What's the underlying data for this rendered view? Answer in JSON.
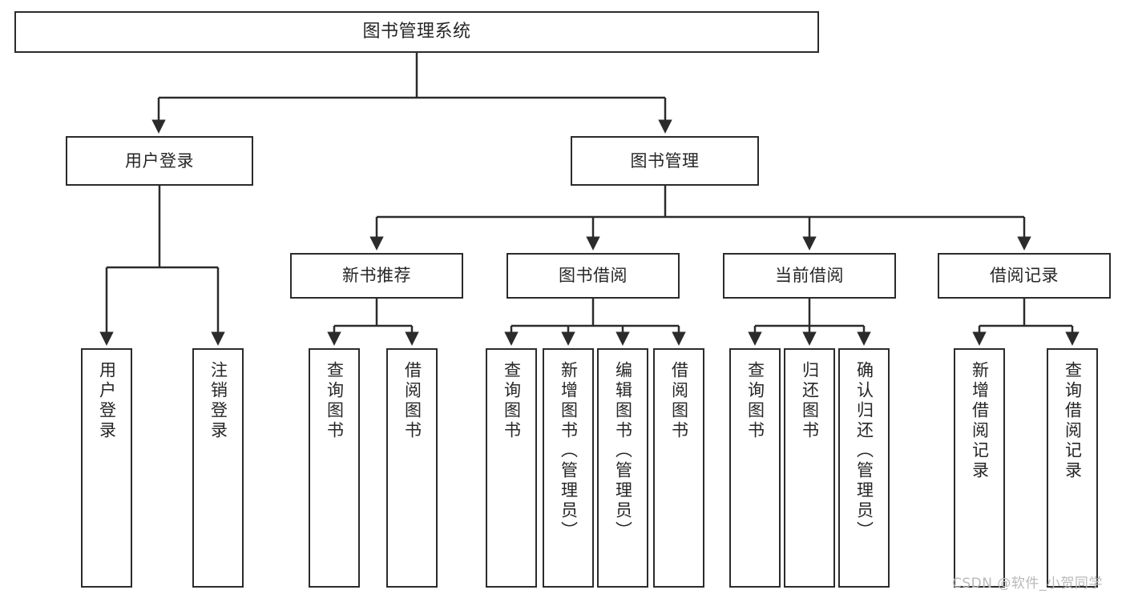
{
  "diagram": {
    "title": "图书管理系统",
    "type": "tree-hierarchy-chart",
    "watermark": "CSDN @软件_小贺同学",
    "colors": {
      "stroke": "#2b2b2b",
      "fill": "#ffffff",
      "text": "#262626",
      "watermark": "#b9b9b9"
    }
  },
  "nodes": {
    "root": {
      "label": "图书管理系统"
    },
    "level2": [
      {
        "id": "user-login",
        "label": "用户登录"
      },
      {
        "id": "book-manage",
        "label": "图书管理"
      }
    ],
    "level3": [
      {
        "id": "new-book-recommend",
        "label": "新书推荐"
      },
      {
        "id": "book-borrow",
        "label": "图书借阅"
      },
      {
        "id": "current-borrow",
        "label": "当前借阅"
      },
      {
        "id": "borrow-record",
        "label": "借阅记录"
      }
    ],
    "leaves": [
      {
        "id": "leaf-user-login",
        "label": "用户登录",
        "parent": "user-login"
      },
      {
        "id": "leaf-logout",
        "label": "注销登录",
        "parent": "user-login"
      },
      {
        "id": "leaf-query-book-1",
        "label": "查询图书",
        "parent": "new-book-recommend"
      },
      {
        "id": "leaf-borrow-book-1",
        "label": "借阅图书",
        "parent": "new-book-recommend"
      },
      {
        "id": "leaf-query-book-2",
        "label": "查询图书",
        "parent": "book-borrow"
      },
      {
        "id": "leaf-add-book",
        "label": "新增图书（管理员）",
        "parent": "book-borrow"
      },
      {
        "id": "leaf-edit-book",
        "label": "编辑图书（管理员）",
        "parent": "book-borrow"
      },
      {
        "id": "leaf-borrow-book-2",
        "label": "借阅图书",
        "parent": "book-borrow"
      },
      {
        "id": "leaf-query-book-3",
        "label": "查询图书",
        "parent": "current-borrow"
      },
      {
        "id": "leaf-return-book",
        "label": "归还图书",
        "parent": "current-borrow"
      },
      {
        "id": "leaf-confirm-return",
        "label": "确认归还（管理员）",
        "parent": "current-borrow"
      },
      {
        "id": "leaf-add-record",
        "label": "新增借阅记录",
        "parent": "borrow-record"
      },
      {
        "id": "leaf-query-record",
        "label": "查询借阅记录",
        "parent": "borrow-record"
      }
    ]
  }
}
